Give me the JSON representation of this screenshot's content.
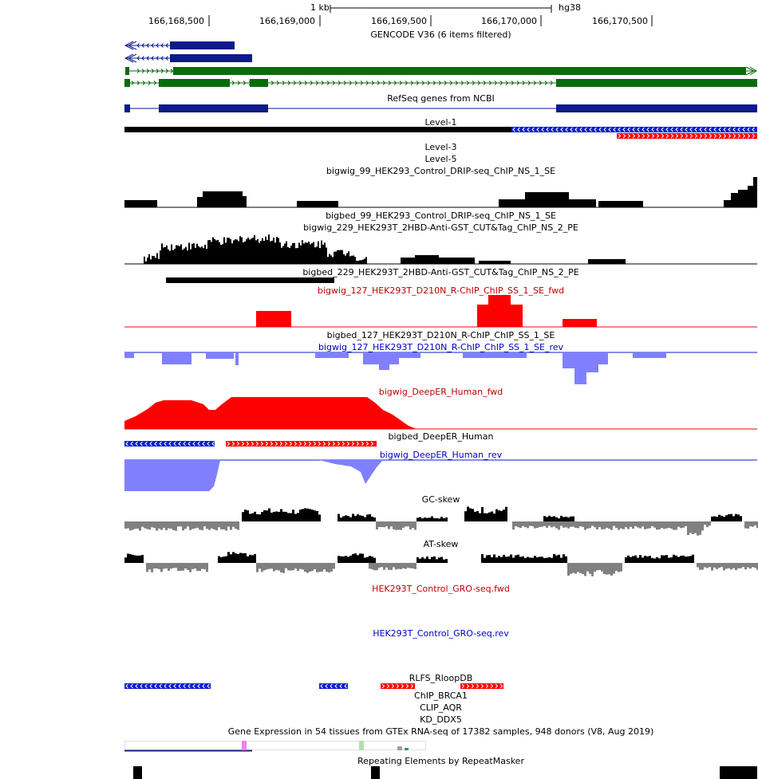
{
  "ruler": {
    "scale_label": "1 kb",
    "assembly": "hg38",
    "ticks": [
      "166,168,500",
      "166,169,000",
      "166,169,500",
      "166,170,000",
      "166,170,500"
    ]
  },
  "tracks": {
    "gencode": "GENCODE V36 (6 items filtered)",
    "refseq": "RefSeq genes from NCBI",
    "level1": "Level-1",
    "level3": "Level-3",
    "level5": "Level-5",
    "drip_bigwig": "bigwig_99_HEK293_Control_DRIP-seq_ChIP_NS_1_SE",
    "drip_bigbed": "bigbed_99_HEK293_Control_DRIP-seq_ChIP_NS_1_SE",
    "cut_bigwig": "bigwig_229_HEK293T_2HBD-Anti-GST_CUT&Tag_ChIP_NS_2_PE",
    "cut_bigbed": "bigbed_229_HEK293T_2HBD-Anti-GST_CUT&Tag_ChIP_NS_2_PE",
    "rchip_fwd": "bigwig_127_HEK293T_D210N_R-ChIP_ChIP_SS_1_SE_fwd",
    "rchip_bigbed": "bigbed_127_HEK293T_D210N_R-ChIP_ChIP_SS_1_SE",
    "rchip_rev": "bigwig_127_HEK293T_D210N_R-ChIP_ChIP_SS_1_SE_rev",
    "deeper_fwd": "bigwig_DeepER_Human_fwd",
    "deeper_bed": "bigbed_DeepER_Human",
    "deeper_rev": "bigwig_DeepER_Human_rev",
    "gc_skew": "GC-skew",
    "at_skew": "AT-skew",
    "gro_fwd": "HEK293T_Control_GRO-seq.fwd",
    "gro_rev": "HEK293T_Control_GRO-seq.rev",
    "rlfs": "RLFS_RloopDB",
    "brca1": "ChIP_BRCA1",
    "aqr": "CLIP_AQR",
    "ddx5": "KD_DDX5",
    "gtex": "Gene Expression in 54 tissues from GTEx RNA-seq of 17382 samples, 948 donors (V8, Aug 2019)",
    "rmsk": "Repeating Elements by RepeatMasker"
  },
  "colors": {
    "gencode_noncoding": "#0c1a8c",
    "gencode_coding": "#0b6b0b",
    "refseq": "#0c1a8c",
    "plus_strand": "#ff0000",
    "minus_strand": "#0a1ed0",
    "rev_signal": "#8080ff",
    "skew_neg": "#808080",
    "signal": "#000000",
    "fwd_label": "#c00000",
    "rev_label": "#0000c0"
  }
}
